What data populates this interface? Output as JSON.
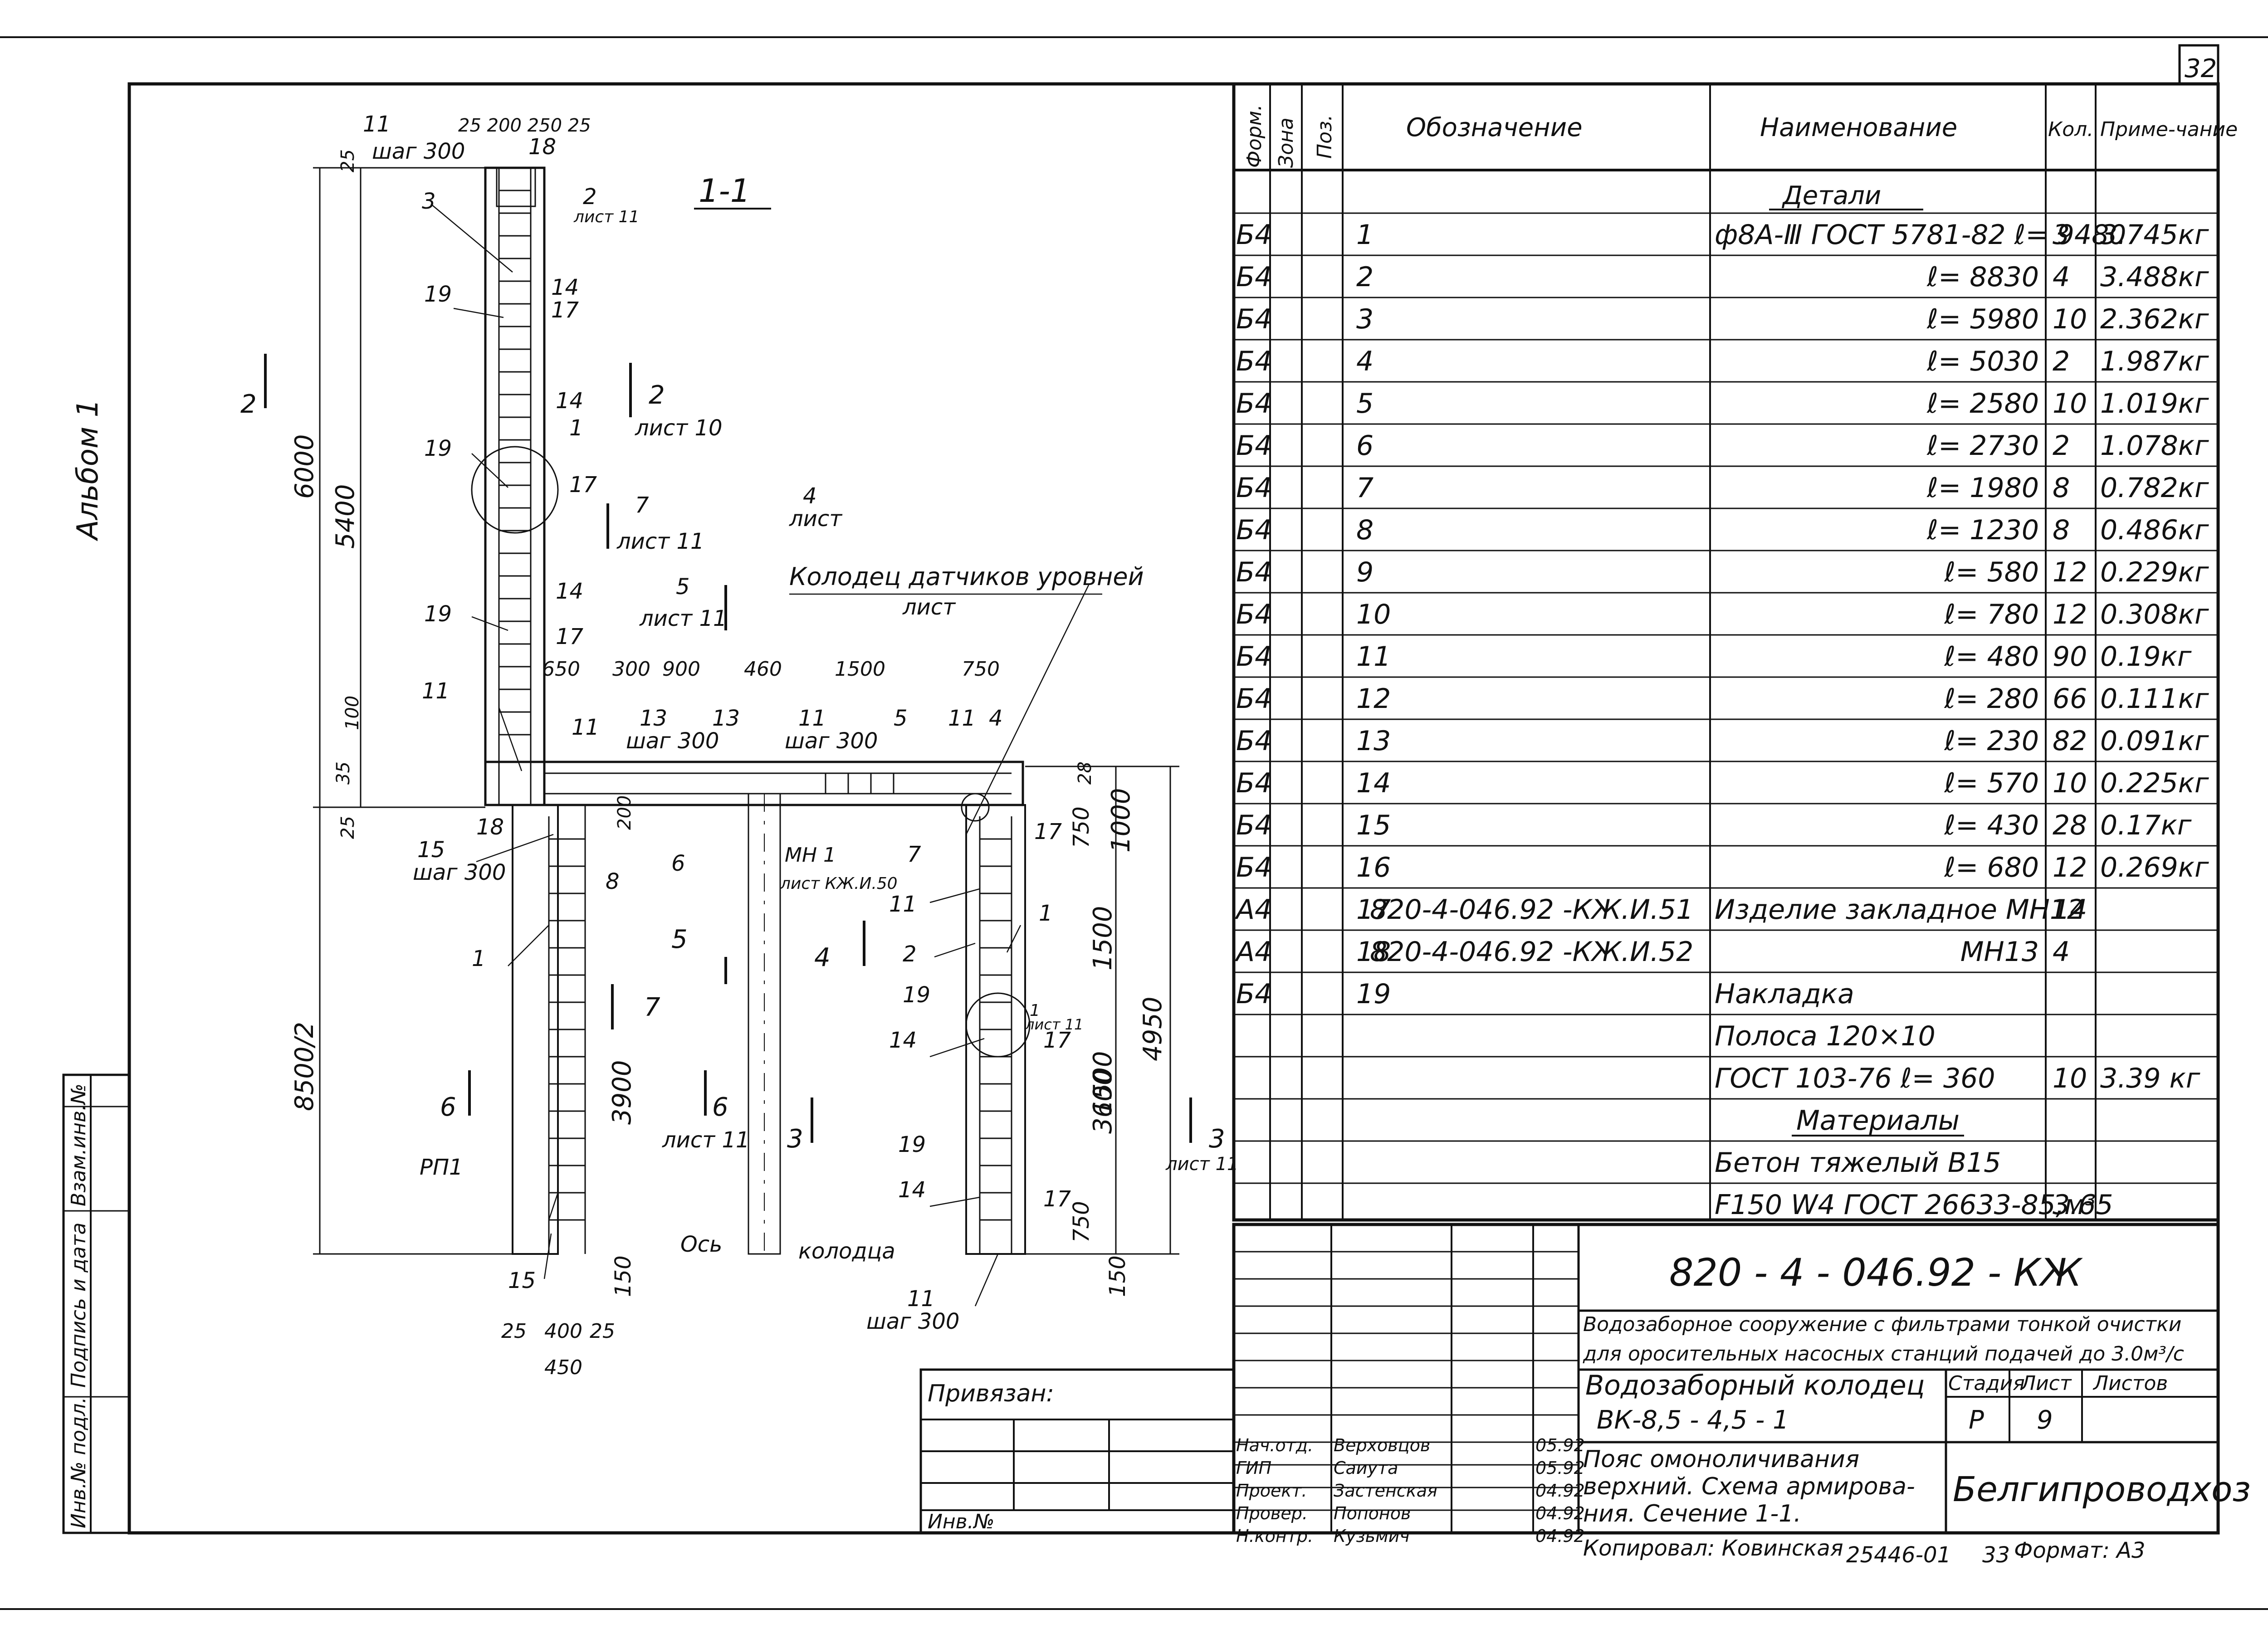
{
  "sheet_no": "32",
  "album": "Альбом 1",
  "section_label": "1-1",
  "side_stamp": [
    "Инв.№ подл.",
    "Подпись и дата",
    "Взам.инв.№"
  ],
  "spec": {
    "headers": [
      "Форм.",
      "Зона",
      "Поз.",
      "Обозначение",
      "Наименование",
      "Кол.",
      "Приме-чание"
    ],
    "group_details": "Детали",
    "rows": [
      {
        "f": "Б4",
        "p": "1",
        "d": "",
        "n": "ф8А-Ⅲ ГОСТ 5781-82 ℓ= 9480",
        "q": "3",
        "note": "3.745кг"
      },
      {
        "f": "Б4",
        "p": "2",
        "d": "",
        "n": "ℓ= 8830",
        "q": "4",
        "note": "3.488кг"
      },
      {
        "f": "Б4",
        "p": "3",
        "d": "",
        "n": "ℓ= 5980",
        "q": "10",
        "note": "2.362кг"
      },
      {
        "f": "Б4",
        "p": "4",
        "d": "",
        "n": "ℓ= 5030",
        "q": "2",
        "note": "1.987кг"
      },
      {
        "f": "Б4",
        "p": "5",
        "d": "",
        "n": "ℓ= 2580",
        "q": "10",
        "note": "1.019кг"
      },
      {
        "f": "Б4",
        "p": "6",
        "d": "",
        "n": "ℓ= 2730",
        "q": "2",
        "note": "1.078кг"
      },
      {
        "f": "Б4",
        "p": "7",
        "d": "",
        "n": "ℓ= 1980",
        "q": "8",
        "note": "0.782кг"
      },
      {
        "f": "Б4",
        "p": "8",
        "d": "",
        "n": "ℓ= 1230",
        "q": "8",
        "note": "0.486кг"
      },
      {
        "f": "Б4",
        "p": "9",
        "d": "",
        "n": "ℓ= 580",
        "q": "12",
        "note": "0.229кг"
      },
      {
        "f": "Б4",
        "p": "10",
        "d": "",
        "n": "ℓ= 780",
        "q": "12",
        "note": "0.308кг"
      },
      {
        "f": "Б4",
        "p": "11",
        "d": "",
        "n": "ℓ= 480",
        "q": "90",
        "note": "0.19кг"
      },
      {
        "f": "Б4",
        "p": "12",
        "d": "",
        "n": "ℓ= 280",
        "q": "66",
        "note": "0.111кг"
      },
      {
        "f": "Б4",
        "p": "13",
        "d": "",
        "n": "ℓ= 230",
        "q": "82",
        "note": "0.091кг"
      },
      {
        "f": "Б4",
        "p": "14",
        "d": "",
        "n": "ℓ= 570",
        "q": "10",
        "note": "0.225кг"
      },
      {
        "f": "Б4",
        "p": "15",
        "d": "",
        "n": "ℓ= 430",
        "q": "28",
        "note": "0.17кг"
      },
      {
        "f": "Б4",
        "p": "16",
        "d": "",
        "n": "ℓ= 680",
        "q": "12",
        "note": "0.269кг"
      },
      {
        "f": "А4",
        "p": "17",
        "d": "820-4-046.92 -КЖ.И.51",
        "n": "Изделие закладное МН12",
        "q": "14",
        "note": ""
      },
      {
        "f": "А4",
        "p": "18",
        "d": "820-4-046.92 -КЖ.И.52",
        "n": "МН13",
        "q": "4",
        "note": ""
      },
      {
        "f": "Б4",
        "p": "19",
        "d": "",
        "n": "Накладка",
        "q": "",
        "note": ""
      },
      {
        "f": "",
        "p": "",
        "d": "",
        "n": "Полоса 120×10",
        "q": "",
        "note": ""
      },
      {
        "f": "",
        "p": "",
        "d": "",
        "n": "ГОСТ 103-76  ℓ= 360",
        "q": "10",
        "note": "3.39 кг"
      },
      {
        "f": "",
        "p": "",
        "d": "",
        "n": "Материалы",
        "q": "",
        "note": ""
      },
      {
        "f": "",
        "p": "",
        "d": "",
        "n": "Бетон тяжелый В15",
        "q": "",
        "note": ""
      },
      {
        "f": "",
        "p": "",
        "d": "",
        "n": "F150  W4  ГОСТ 26633-85,м³",
        "q": "3.65",
        "note": ""
      }
    ]
  },
  "title_block": {
    "code": "820 - 4 - 046.92 - КЖ",
    "project_line1": "Водозаборное сооружение с фильтрами тонкой очистки",
    "project_line2": "для оросительных насосных станций подачей до 3.0м³/с",
    "object_line1": "Водозаборный колодец",
    "object_line2": "ВК-8,5 - 4,5 - 1",
    "sheet_line1": "Пояс омоноличивания",
    "sheet_line2": "верхний. Схема армирова-",
    "sheet_line3": "ния. Сечение 1-1.",
    "stage_hdr": "Стадия",
    "sheet_hdr": "Лист",
    "sheets_hdr": "Листов",
    "stage": "Р",
    "sheet": "9",
    "org": "Белгипроводхоз",
    "staff": [
      {
        "role": "Нач.отд.",
        "name": "Верховцов",
        "date": "05.92"
      },
      {
        "role": "ГИП",
        "name": "Саиута",
        "date": "05.92"
      },
      {
        "role": "Проект.",
        "name": "Застенская",
        "date": "04.92"
      },
      {
        "role": "Провер.",
        "name": "Попонов",
        "date": "04.92"
      },
      {
        "role": "Н.контр.",
        "name": "Кузьмич",
        "date": "04.92"
      }
    ],
    "privyazan": "Привязан:",
    "inv": "Инв.№",
    "copied": "Копировал: Ковинская",
    "order": "25446-01",
    "copy_sheet": "33",
    "format": "Формат: А3"
  },
  "drawing": {
    "labels": {
      "shag300": "шаг 300",
      "list11": "лист 11",
      "list10": "лист 10",
      "list": "лист",
      "kolodec_datchikov": "Колодец датчиков уровней",
      "mn1": "МН 1",
      "list_kj": "лист КЖ.И.50",
      "rp1": "РП1",
      "os": "Ось",
      "kolodca": "колодца"
    },
    "dims": {
      "d6000": "6000",
      "d5400": "5400",
      "d8500": "8500/2",
      "d3900": "3900",
      "d4950": "4950",
      "d3600": "3600",
      "d1500a": "1500",
      "d1500b": "1500",
      "d1000": "1000",
      "d750a": "750",
      "d750b": "750",
      "d150a": "150",
      "d150b": "150",
      "d25a": "25",
      "d25b": "25",
      "d400": "400",
      "d450": "450",
      "d650": "650",
      "d300": "300",
      "d900": "900",
      "d460": "460",
      "d1500h": "1500",
      "d750h": "750",
      "top": "25 200 250 25",
      "d35": "35",
      "d25c": "25",
      "d100": "100",
      "d25d": "25",
      "d28": "28",
      "d200": "200"
    }
  }
}
